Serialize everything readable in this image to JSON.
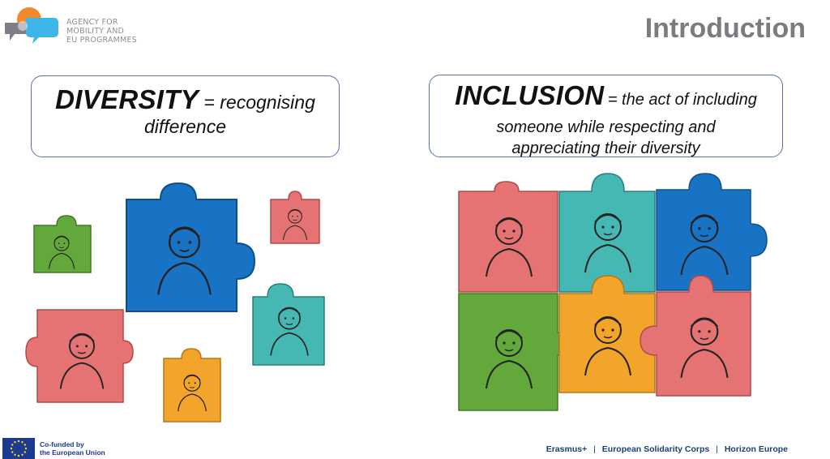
{
  "agency": {
    "name_lines": [
      "AGENCY FOR",
      "MOBILITY AND",
      "EU PROGRAMMES"
    ]
  },
  "slide": {
    "title": "Introduction",
    "diversity": {
      "keyword": "DIVERSITY",
      "definition_part1": "= recognising",
      "definition_part2": "difference"
    },
    "inclusion": {
      "keyword": "INCLUSION",
      "definition_part1": "= the act of including",
      "definition_part2": "someone while respecting and",
      "definition_part3": "appreciating their diversity"
    }
  },
  "colors": {
    "blue": "#1873c4",
    "red": "#e57373",
    "green": "#62a83a",
    "teal": "#45b8b3",
    "orange": "#f3a42b",
    "title_gray": "#7a7c80",
    "box_border": "#5c6fb3"
  },
  "footer": {
    "cofunded_line1": "Co-funded by",
    "cofunded_line2": "the European Union",
    "programmes": [
      "Erasmus+",
      "European Solidarity Corps",
      "Horizon Europe"
    ],
    "separator": "|"
  }
}
